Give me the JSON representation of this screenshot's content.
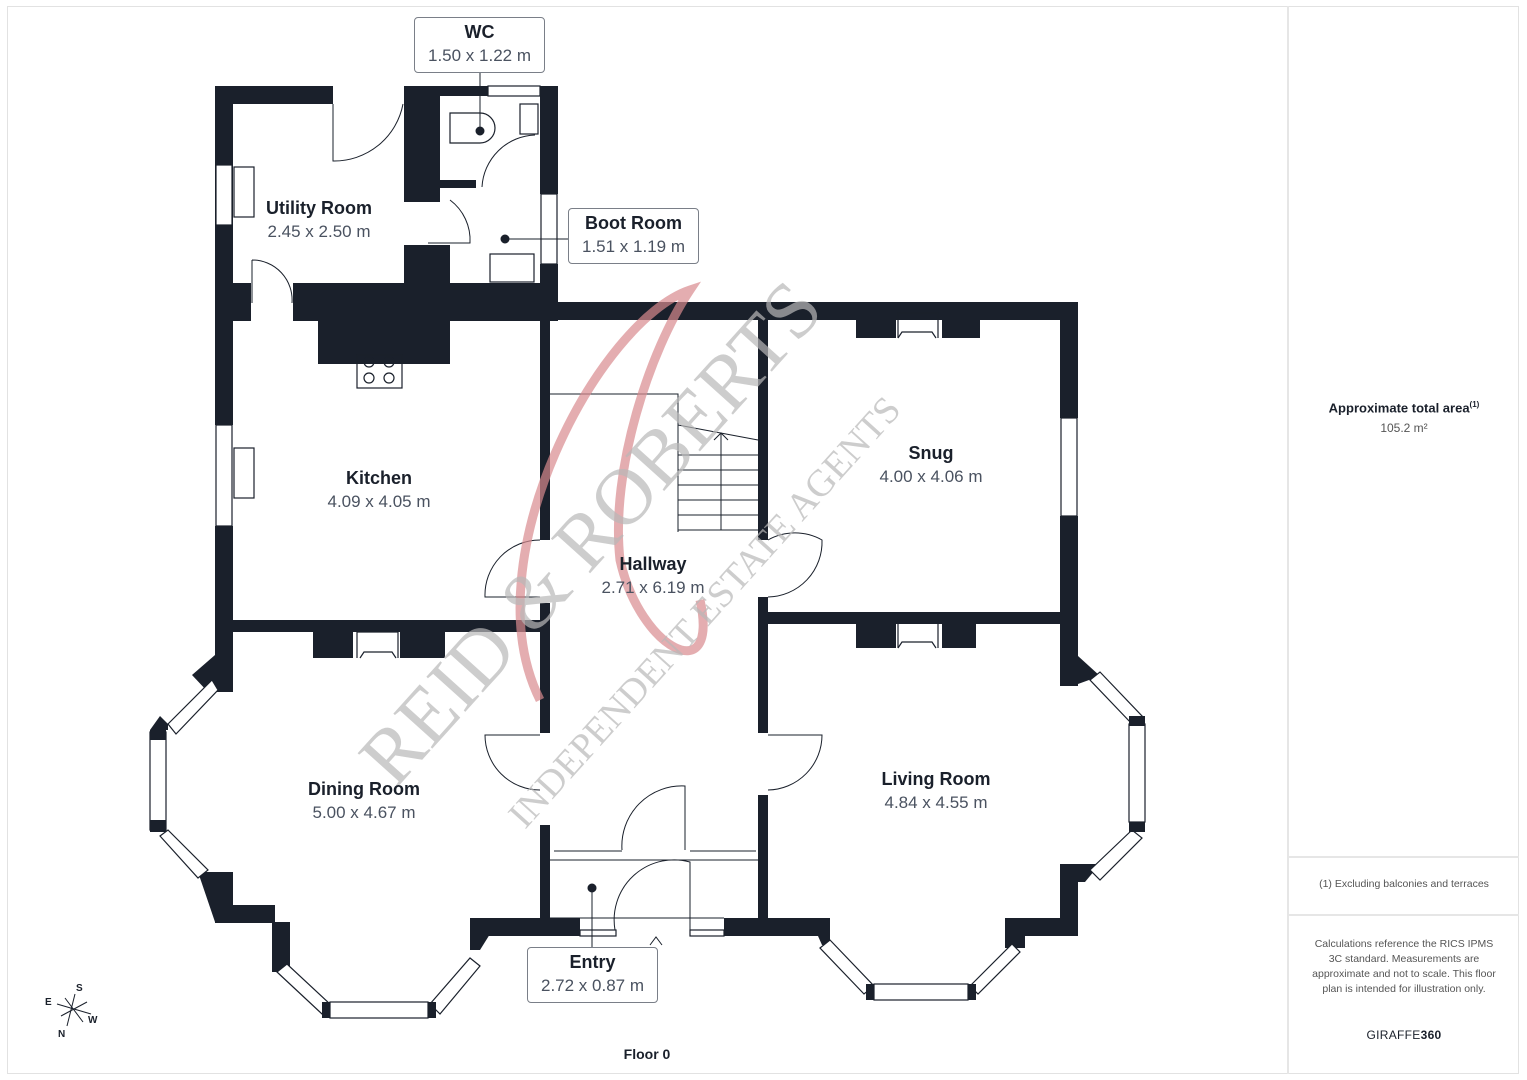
{
  "floor": {
    "label": "Floor 0"
  },
  "rooms": [
    {
      "id": "utility",
      "name": "Utility Room",
      "dimensions": "2.45 x 2.50 m"
    },
    {
      "id": "wc",
      "name": "WC",
      "dimensions": "1.50 x 1.22 m"
    },
    {
      "id": "boot",
      "name": "Boot Room",
      "dimensions": "1.51 x 1.19 m"
    },
    {
      "id": "kitchen",
      "name": "Kitchen",
      "dimensions": "4.09 x 4.05 m"
    },
    {
      "id": "hallway",
      "name": "Hallway",
      "dimensions": "2.71 x 6.19 m"
    },
    {
      "id": "snug",
      "name": "Snug",
      "dimensions": "4.00 x 4.06 m"
    },
    {
      "id": "dining",
      "name": "Dining Room",
      "dimensions": "5.00 x 4.67 m"
    },
    {
      "id": "living",
      "name": "Living Room",
      "dimensions": "4.84 x 4.55 m"
    },
    {
      "id": "entry",
      "name": "Entry",
      "dimensions": "2.72 x 0.87 m"
    }
  ],
  "sidebar": {
    "area_title": "Approximate total area",
    "area_superscript": "(1)",
    "area_value": "105.2 m²",
    "footnote": "(1) Excluding balconies and terraces",
    "disclaimer": "Calculations reference the RICS IPMS 3C standard. Measurements are approximate and not to scale. This floor plan is intended for illustration only.",
    "brand_prefix": "GIRAFFE",
    "brand_suffix": "360"
  },
  "compass": {
    "north": "N",
    "south": "S",
    "east": "E",
    "west": "W"
  },
  "watermark": {
    "line1": "REID & ROBERTS",
    "line2": "INDEPENDENT ESTATE AGENTS"
  },
  "colors": {
    "wall": "#1a202b",
    "frame": "#e2e2e2",
    "watermark_red": "#d88a8e",
    "watermark_grey": "#b8b8b8"
  }
}
